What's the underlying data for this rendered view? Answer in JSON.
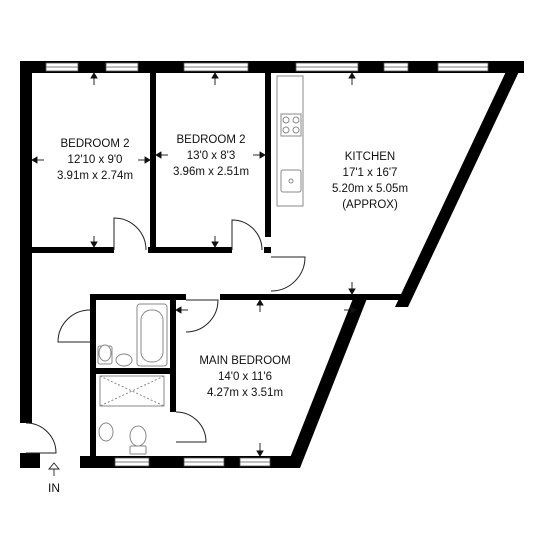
{
  "rooms": {
    "bedroom_a": {
      "name": "BEDROOM 2",
      "imperial": "12'10 x 9'0",
      "metric": "3.91m x 2.74m"
    },
    "bedroom_b": {
      "name": "BEDROOM 2",
      "imperial": "13'0 x 8'3",
      "metric": "3.96m x 2.51m"
    },
    "kitchen": {
      "name": "KITCHEN",
      "imperial": "17'1 x 16'7",
      "metric": "5.20m x 5.05m",
      "note": "(APPROX)"
    },
    "main_bedroom": {
      "name": "MAIN BEDROOM",
      "imperial": "14'0 x 11'6",
      "metric": "4.27m x 3.51m"
    }
  },
  "entrance": {
    "label": "IN"
  },
  "colors": {
    "wall": "#000000",
    "fixture": "#888888",
    "background": "#ffffff"
  }
}
